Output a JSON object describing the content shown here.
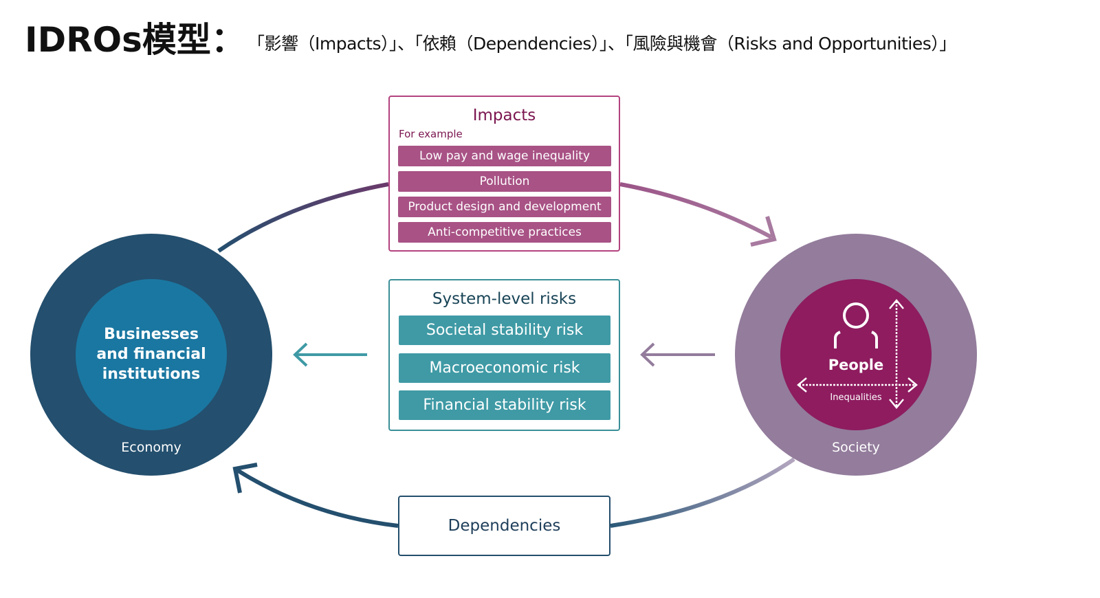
{
  "title": {
    "main": "IDROs模型：",
    "subtitle": "「影響（Impacts）」、「依賴（Dependencies）」、「風險與機會（Risks and Opportunities）」"
  },
  "impacts": {
    "title": "Impacts",
    "subtitle": "For example",
    "items": [
      "Low pay and wage inequality",
      "Pollution",
      "Product design and development",
      "Anti-competitive practices"
    ]
  },
  "risks": {
    "title": "System-level risks",
    "items": [
      "Societal stability risk",
      "Macroeconomic risk",
      "Financial stability risk"
    ]
  },
  "dependencies": {
    "label": "Dependencies"
  },
  "economy": {
    "inner_lines": [
      "Businesses",
      "and financial",
      "institutions"
    ],
    "label": "Economy"
  },
  "society": {
    "people_label": "People",
    "inequalities_label": "Inequalities",
    "label": "Society",
    "icon": "person-icon"
  },
  "colors": {
    "impacts_accent": "#a85285",
    "risks_accent": "#3f9aa5",
    "economy_outer": "#244f6e",
    "economy_inner": "#1a77a1",
    "society_outer": "#937c9c",
    "society_inner": "#8e1c5f"
  }
}
